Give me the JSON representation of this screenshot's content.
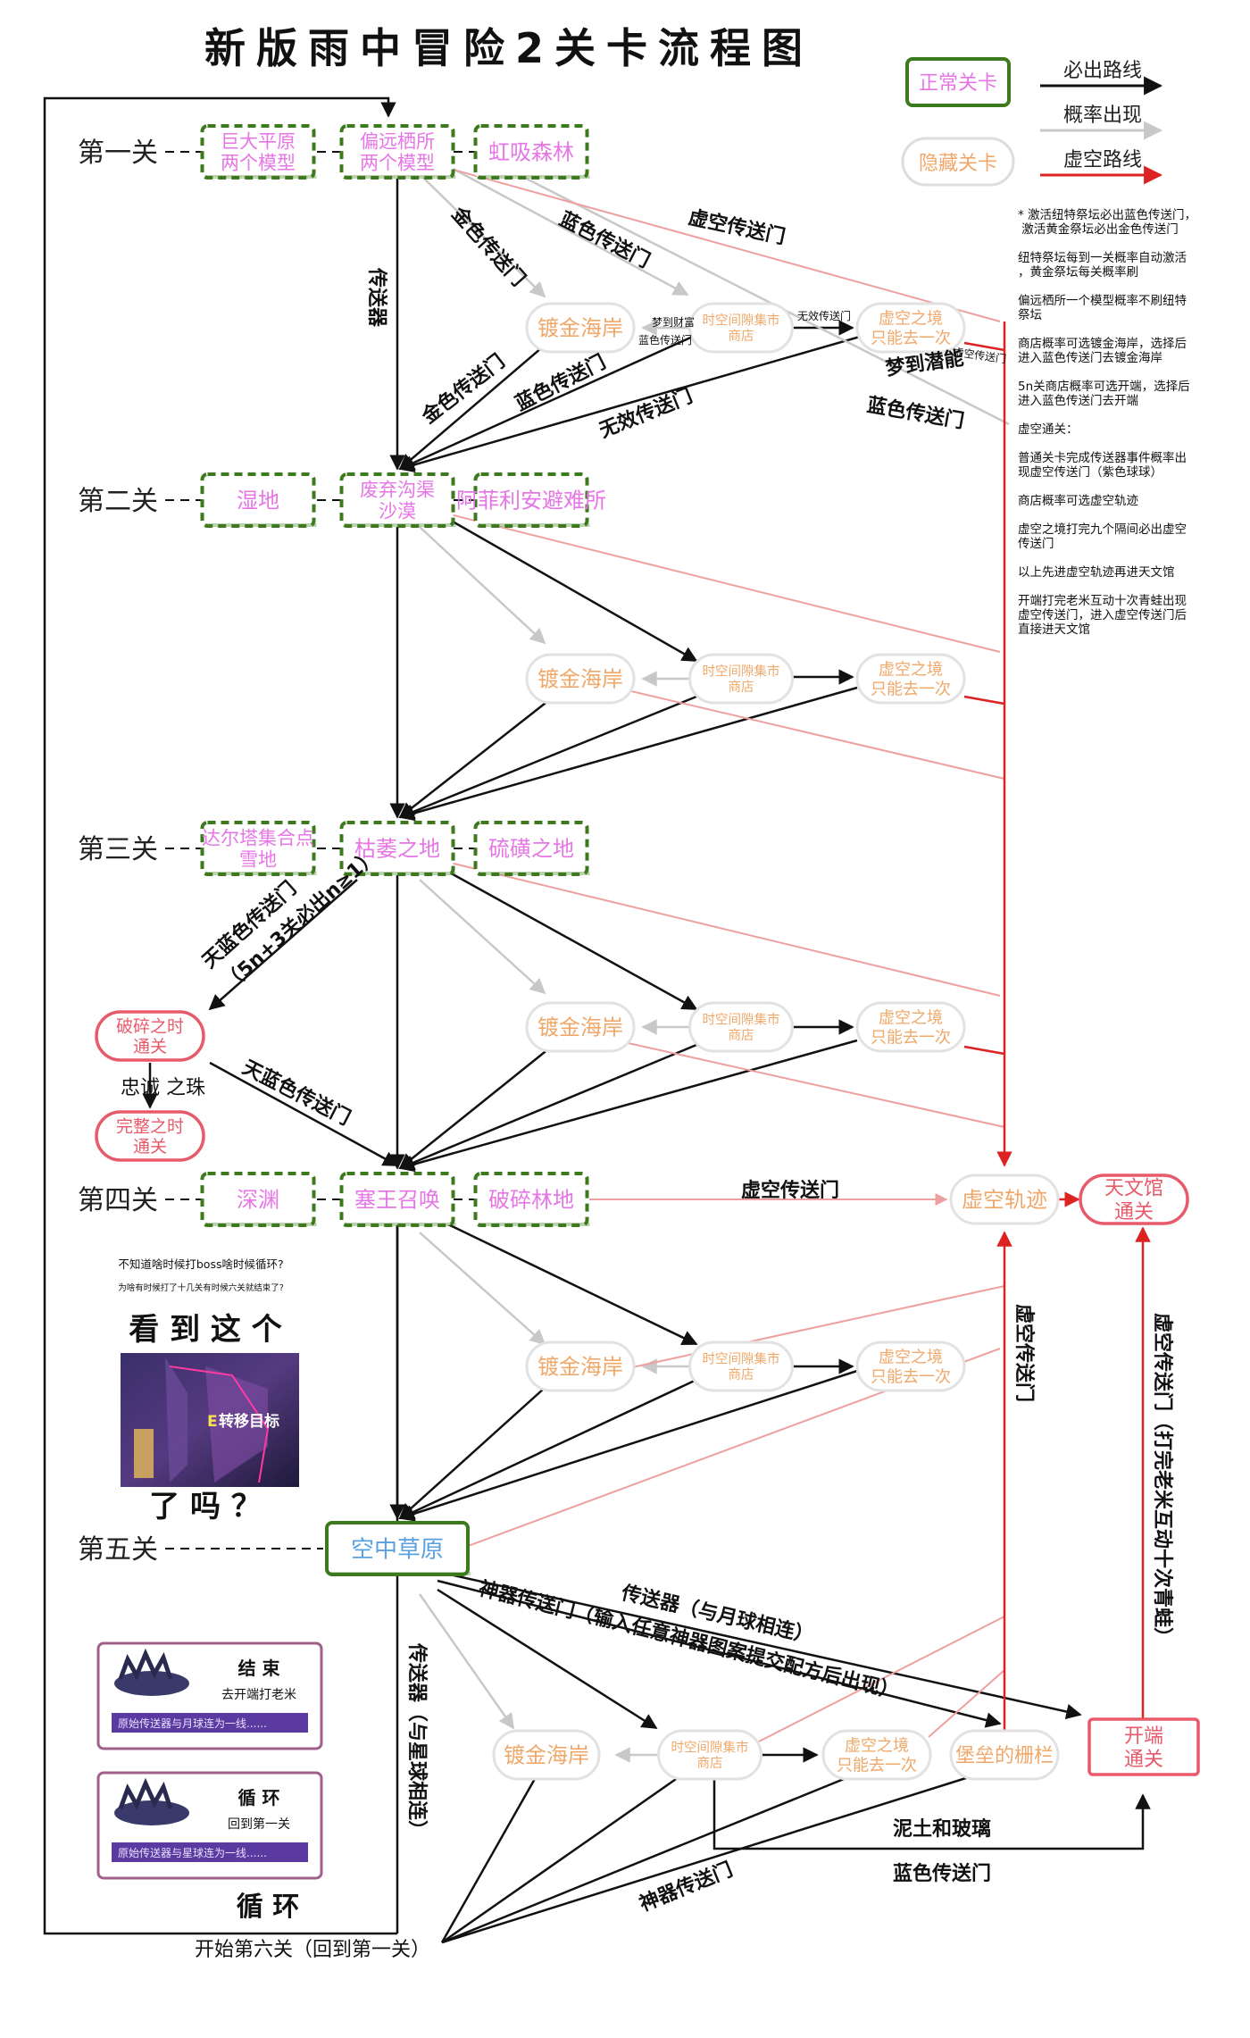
{
  "title": "新版雨中冒险2关卡流程图",
  "legend": {
    "normal_stage": "正常关卡",
    "hidden_stage": "隐藏关卡",
    "must_route": "必出路线",
    "chance_route": "概率出现",
    "void_route": "虚空路线"
  },
  "stages": [
    {
      "label": "第一关",
      "maps": [
        "巨大平原\n两个模型",
        "偏远栖所\n两个模型",
        "虹吸森林"
      ]
    },
    {
      "label": "第二关",
      "maps": [
        "湿地",
        "废弃沟渠\n沙漠",
        "阿菲利安避难所"
      ]
    },
    {
      "label": "第三关",
      "maps": [
        "达尔塔集合点\n雪地",
        "枯萎之地",
        "硫磺之地"
      ]
    },
    {
      "label": "第四关",
      "maps": [
        "深渊",
        "塞王召唤",
        "破碎林地"
      ]
    },
    {
      "label": "第五关",
      "maps": [
        "空中草原"
      ]
    }
  ],
  "hidden": {
    "gilded_coast": "镀金海岸",
    "bazaar": "时空间隙集市\n商店",
    "void_realm": "虚空之境\n只能去一次",
    "void_locus": "虚空轨迹",
    "bulwark": "堡垒的栅栏",
    "shattered": "破碎之时\n通关",
    "complete": "完整之时\n通关",
    "observatory": "天文馆\n通关",
    "primordial": "开端\n通关"
  },
  "edge_labels": {
    "teleporter": "传送器",
    "gold_portal": "金色传送门",
    "blue_portal": "蓝色传送门",
    "gold_portal2": "金色传送门",
    "blue_portal2": "蓝色传送门",
    "null_portal": "无效传送门",
    "null_portal_small": "无效传送门",
    "dream_wealth": "梦到财富",
    "blue_portal_small": "蓝色传送门",
    "dream_diving": "梦到潜能",
    "blue_portal3": "蓝色传送门",
    "void_portal_small": "虚空传送门",
    "void_portal_top": "虚空传送门",
    "celestial_portal": "天蓝色传送门",
    "celestial_portal_cond": "（5n+3关必出n≥1）",
    "pearl": "忠诚 之珠",
    "celestial_portal2": "天蓝色传送门",
    "void_portal_st4": "虚空传送门",
    "void_portal_vert": "虚空传送门",
    "void_portal_obs": "虚空传送门（打完老米互动十次青蛙）",
    "teleporter_moon": "传送器（与月球相连）",
    "artifact_portal": "神器传送门（输入任意神器图案提交配方后出现）",
    "teleporter_star": "传送器（与星球相连）",
    "artifact_portal2": "神器传送门",
    "dirt_glass": "泥土和玻璃",
    "blue_portal_bottom": "蓝色传送门",
    "restart": "开始第六关（回到第一关）",
    "loop": "循 环"
  },
  "notes": [
    "* 激活纽特祭坛必出蓝色传送门，\n  激活黄金祭坛必出金色传送门",
    "纽特祭坛每到一关概率自动激活\n，黄金祭坛每关概率刷",
    "偏远栖所一个模型概率不刷纽特\n祭坛",
    "商店概率可选镀金海岸，选择后\n进入蓝色传送门去镀金海岸",
    "5n关商店概率可选开端，选择后\n进入蓝色传送门去开端",
    "虚空通关：",
    "普通关卡完成传送器事件概率出\n现虚空传送门（紫色球球）",
    "商店概率可选虚空轨迹",
    "虚空之境打完九个隔间必出虚空\n传送门",
    "以上先进虚空轨迹再进天文馆",
    "开端打完老米互动十次青蛙出现\n虚空传送门，进入虚空传送门后\n直接进天文馆"
  ],
  "meme": {
    "line1": "不知道啥时候打boss啥时候循环?",
    "line2": "为啥有时候打了十几关有时候六关就结束了?",
    "big_top": "看 到 这 个",
    "overlay": "转移目标",
    "key": "E",
    "big_bottom": "了 吗 ？"
  },
  "cards": [
    {
      "title": "结 束",
      "sub": "去开端打老米",
      "bar": "原始传送器与月球连为一线......"
    },
    {
      "title": "循 环",
      "sub": "回到第一关",
      "bar": "原始传送器与星球连为一线......"
    }
  ],
  "colors": {
    "green": "#3d7a1e",
    "pink": "#e676e6",
    "orange": "#f0a86a",
    "red": "#dd2222",
    "blue": "#5aa0e0"
  }
}
